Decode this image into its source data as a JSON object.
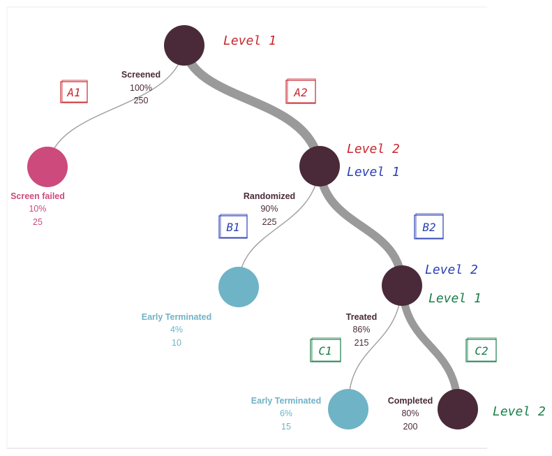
{
  "colors": {
    "dark": "#4a2a38",
    "pink": "#cc4a7c",
    "teal": "#6fb3c6",
    "gray_thick": "#9a9a9a",
    "gray_thin": "#9a9a9a",
    "red": "#c8262d",
    "blue": "#2a3fb5",
    "green": "#1a7d48",
    "frame": "#e6cfd4"
  },
  "nodes": [
    {
      "id": "root",
      "color": "dark"
    },
    {
      "id": "screen-failed",
      "color": "pink",
      "label": "Screen failed",
      "pct": "10%",
      "count": "25",
      "text_color": "pink"
    },
    {
      "id": "randomized",
      "color": "dark",
      "label": "Randomized",
      "pct": "90%",
      "count": "225",
      "text_color": "dark"
    },
    {
      "id": "early-terminated-1",
      "color": "teal",
      "label": "Early Terminated",
      "pct": "4%",
      "count": "10",
      "text_color": "teal"
    },
    {
      "id": "treated",
      "color": "dark",
      "label": "Treated",
      "pct": "86%",
      "count": "215",
      "text_color": "dark"
    },
    {
      "id": "early-terminated-2",
      "color": "teal",
      "label": "Early Terminated",
      "pct": "6%",
      "count": "15",
      "text_color": "teal"
    },
    {
      "id": "completed",
      "color": "dark",
      "label": "Completed",
      "pct": "80%",
      "count": "200",
      "text_color": "dark"
    }
  ],
  "root_stats": {
    "label": "Screened",
    "pct": "100%",
    "count": "250"
  },
  "boxed_labels": [
    {
      "id": "a1",
      "text": "A1",
      "color": "red"
    },
    {
      "id": "a2",
      "text": "A2",
      "color": "red"
    },
    {
      "id": "b1",
      "text": "B1",
      "color": "blue"
    },
    {
      "id": "b2",
      "text": "B2",
      "color": "blue"
    },
    {
      "id": "c1",
      "text": "C1",
      "color": "green"
    },
    {
      "id": "c2",
      "text": "C2",
      "color": "green"
    }
  ],
  "level_labels": [
    {
      "id": "root-l1",
      "text": "Level 1",
      "color": "red"
    },
    {
      "id": "rand-l2",
      "text": "Level 2",
      "color": "red"
    },
    {
      "id": "rand-l1",
      "text": "Level 1",
      "color": "blue"
    },
    {
      "id": "treated-l2",
      "text": "Level 2",
      "color": "blue"
    },
    {
      "id": "treated-l1",
      "text": "Level 1",
      "color": "green"
    },
    {
      "id": "completed-l2",
      "text": "Level 2",
      "color": "green"
    }
  ]
}
